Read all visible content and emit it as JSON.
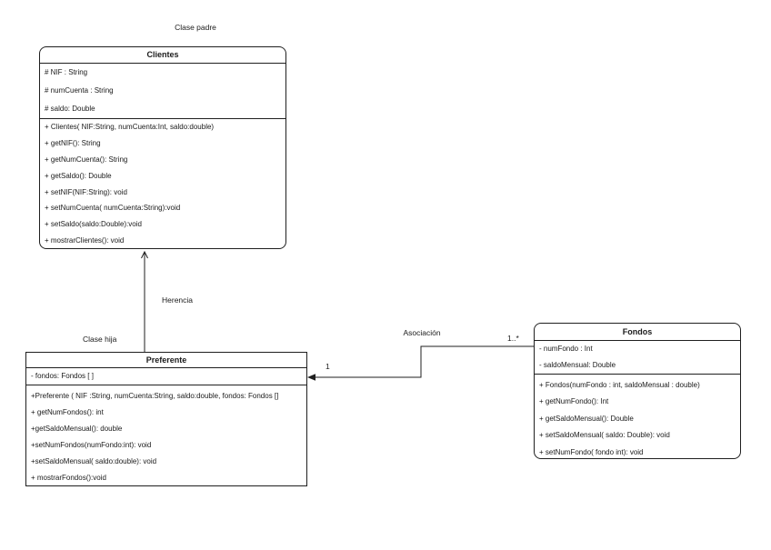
{
  "diagram": {
    "annotations": {
      "clase_padre": "Clase padre",
      "clase_hija": "Clase hija",
      "herencia": "Herencia",
      "asociacion": "Asociación",
      "multiplicity_source": "1",
      "multiplicity_target": "1..*"
    },
    "classes": {
      "clientes": {
        "title": "Clientes",
        "attributes": [
          "# NIF : String",
          "# numCuenta : String",
          "# saldo: Double"
        ],
        "methods": [
          "+ Clientes( NIF:String, numCuenta:Int, saldo:double)",
          "+ getNIF(): String",
          "+ getNumCuenta(): String",
          "+ getSaldo(): Double",
          "+ setNIF(NIF:String): void",
          "+ setNumCuenta( numCuenta:String):void",
          "+ setSaldo(saldo:Double):void",
          "+ mostrarClientes(): void"
        ]
      },
      "preferente": {
        "title": "Preferente",
        "attributes": [
          "- fondos: Fondos [ ]"
        ],
        "methods": [
          "+Preferente ( NIF :String, numCuenta:String, saldo:double, fondos: Fondos []",
          "+ getNumFondos(): int",
          "+getSaldoMensual(): double",
          "+setNumFondos(numFondo:int): void",
          "+setSaldoMensual( saldo:double): void",
          "+ mostrarFondos():void"
        ]
      },
      "fondos": {
        "title": "Fondos",
        "attributes": [
          "- numFondo : Int",
          "- saldoMensual: Double"
        ],
        "methods": [
          "+ Fondos(numFondo : int, saldoMensual : double)",
          "+ getNumFondo(): Int",
          "+ getSaldoMensual(): Double",
          "+ setSaldoMensual( saldo: Double): void",
          "+ setNumFondo( fondo int): void"
        ]
      }
    },
    "colors": {
      "background": "#ffffff",
      "line": "#1f1f1f",
      "text": "#1a1a1a"
    }
  }
}
